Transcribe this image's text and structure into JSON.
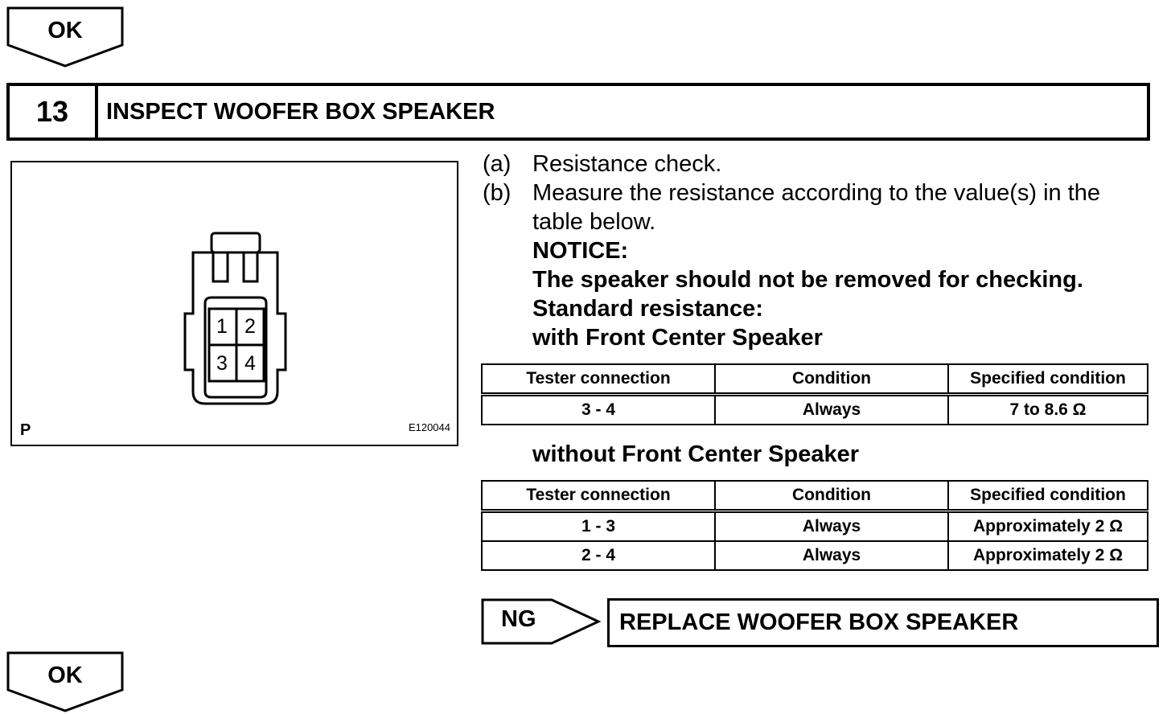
{
  "top_ok": {
    "label": "OK"
  },
  "step": {
    "number": "13",
    "title": "INSPECT WOOFER BOX SPEAKER"
  },
  "figure": {
    "pins": [
      "1",
      "2",
      "3",
      "4"
    ],
    "corner_letter": "P",
    "code": "E120044"
  },
  "instructions": {
    "a_marker": "(a)",
    "a_text": "Resistance check.",
    "b_marker": "(b)",
    "b_text_1": "Measure the resistance according to the value(s) in the",
    "b_text_2": "table below.",
    "notice_title": "NOTICE:",
    "notice_text": "The speaker should not be removed for checking.",
    "standard_title": "Standard resistance:",
    "with_heading": "with Front Center Speaker",
    "without_heading": "without Front Center Speaker"
  },
  "table_with": {
    "headers": [
      "Tester connection",
      "Condition",
      "Specified condition"
    ],
    "rows": [
      [
        "3 - 4",
        "Always",
        "7 to 8.6 Ω"
      ]
    ]
  },
  "table_without": {
    "headers": [
      "Tester connection",
      "Condition",
      "Specified condition"
    ],
    "rows": [
      [
        "1 - 3",
        "Always",
        "Approximately 2 Ω"
      ],
      [
        "2 - 4",
        "Always",
        "Approximately 2 Ω"
      ]
    ]
  },
  "ng": {
    "label": "NG",
    "action": "REPLACE WOOFER BOX SPEAKER"
  },
  "bottom_ok": {
    "label": "OK"
  }
}
